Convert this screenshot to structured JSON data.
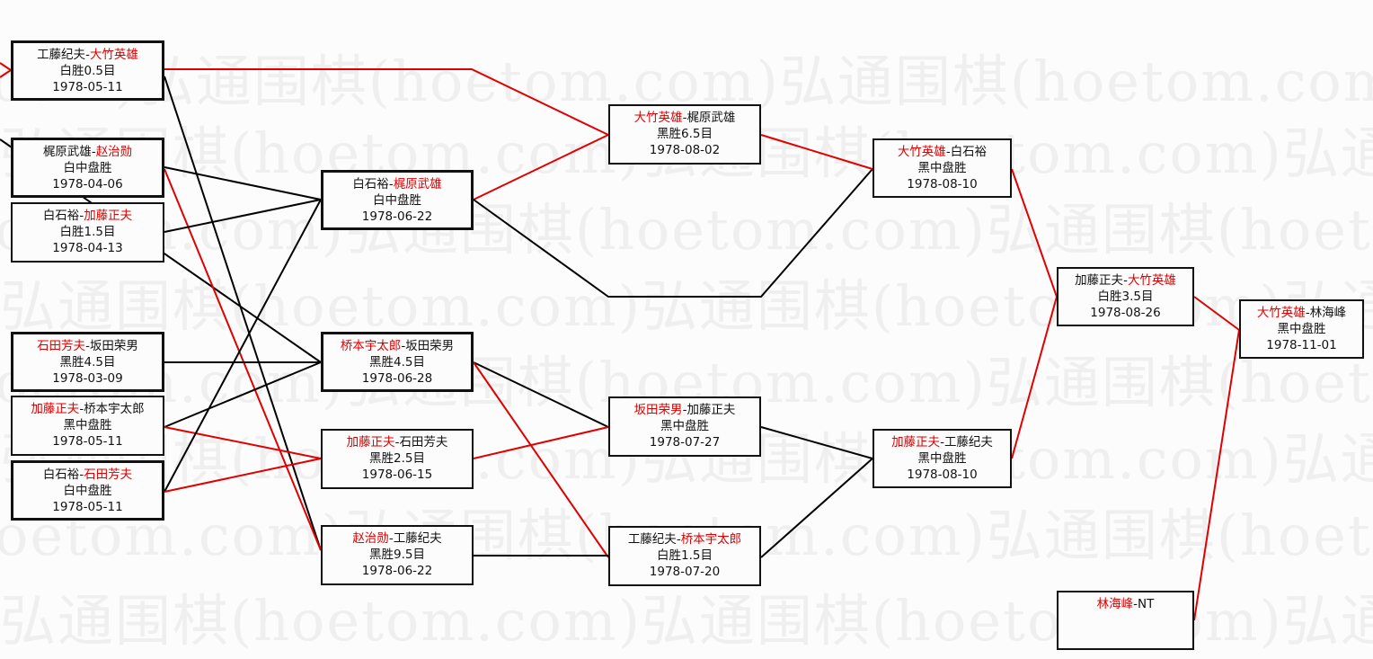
{
  "watermark": "弘通围棋(hoetom.com)",
  "colors": {
    "winner": "#e00000",
    "line": "#000000",
    "win_line": "#e00000"
  },
  "matches": [
    {
      "p1": "工藤纪夫",
      "p2": "大竹英雄",
      "winner": 2,
      "result": "白胜0.5目",
      "date": "1978-05-11"
    },
    {
      "p1": "梶原武雄",
      "p2": "赵治勋",
      "winner": 2,
      "result": "白中盘胜",
      "date": "1978-04-06"
    },
    {
      "p1": "白石裕",
      "p2": "加藤正夫",
      "winner": 2,
      "result": "白胜1.5目",
      "date": "1978-04-13"
    },
    {
      "p1": "石田芳夫",
      "p2": "坂田荣男",
      "winner": 1,
      "result": "黑胜4.5目",
      "date": "1978-03-09"
    },
    {
      "p1": "加藤正夫",
      "p2": "桥本宇太郎",
      "winner": 1,
      "result": "黑中盘胜",
      "date": "1978-05-11"
    },
    {
      "p1": "白石裕",
      "p2": "石田芳夫",
      "winner": 2,
      "result": "白中盘胜",
      "date": "1978-05-11"
    },
    {
      "p1": "白石裕",
      "p2": "梶原武雄",
      "winner": 2,
      "result": "白中盘胜",
      "date": "1978-06-22"
    },
    {
      "p1": "桥本宇太郎",
      "p2": "坂田荣男",
      "winner": 1,
      "result": "黑胜4.5目",
      "date": "1978-06-28"
    },
    {
      "p1": "加藤正夫",
      "p2": "石田芳夫",
      "winner": 1,
      "result": "黑胜2.5目",
      "date": "1978-06-15"
    },
    {
      "p1": "赵治勋",
      "p2": "工藤纪夫",
      "winner": 1,
      "result": "黑胜9.5目",
      "date": "1978-06-22"
    },
    {
      "p1": "大竹英雄",
      "p2": "梶原武雄",
      "winner": 1,
      "result": "黑胜6.5目",
      "date": "1978-08-02"
    },
    {
      "p1": "坂田荣男",
      "p2": "加藤正夫",
      "winner": 1,
      "result": "黑中盘胜",
      "date": "1978-07-27"
    },
    {
      "p1": "工藤纪夫",
      "p2": "桥本宇太郎",
      "winner": 2,
      "result": "白胜1.5目",
      "date": "1978-07-20"
    },
    {
      "p1": "大竹英雄",
      "p2": "白石裕",
      "winner": 1,
      "result": "黑中盘胜",
      "date": "1978-08-10"
    },
    {
      "p1": "加藤正夫",
      "p2": "工藤纪夫",
      "winner": 1,
      "result": "黑中盘胜",
      "date": "1978-08-10"
    },
    {
      "p1": "加藤正夫",
      "p2": "大竹英雄",
      "winner": 2,
      "result": "白胜3.5目",
      "date": "1978-08-26"
    },
    {
      "p1": "林海峰",
      "p2": "NT",
      "winner": 1,
      "result": "",
      "date": ""
    },
    {
      "p1": "大竹英雄",
      "p2": "林海峰",
      "winner": 1,
      "result": "黑中盘胜",
      "date": "1978-11-01"
    }
  ]
}
